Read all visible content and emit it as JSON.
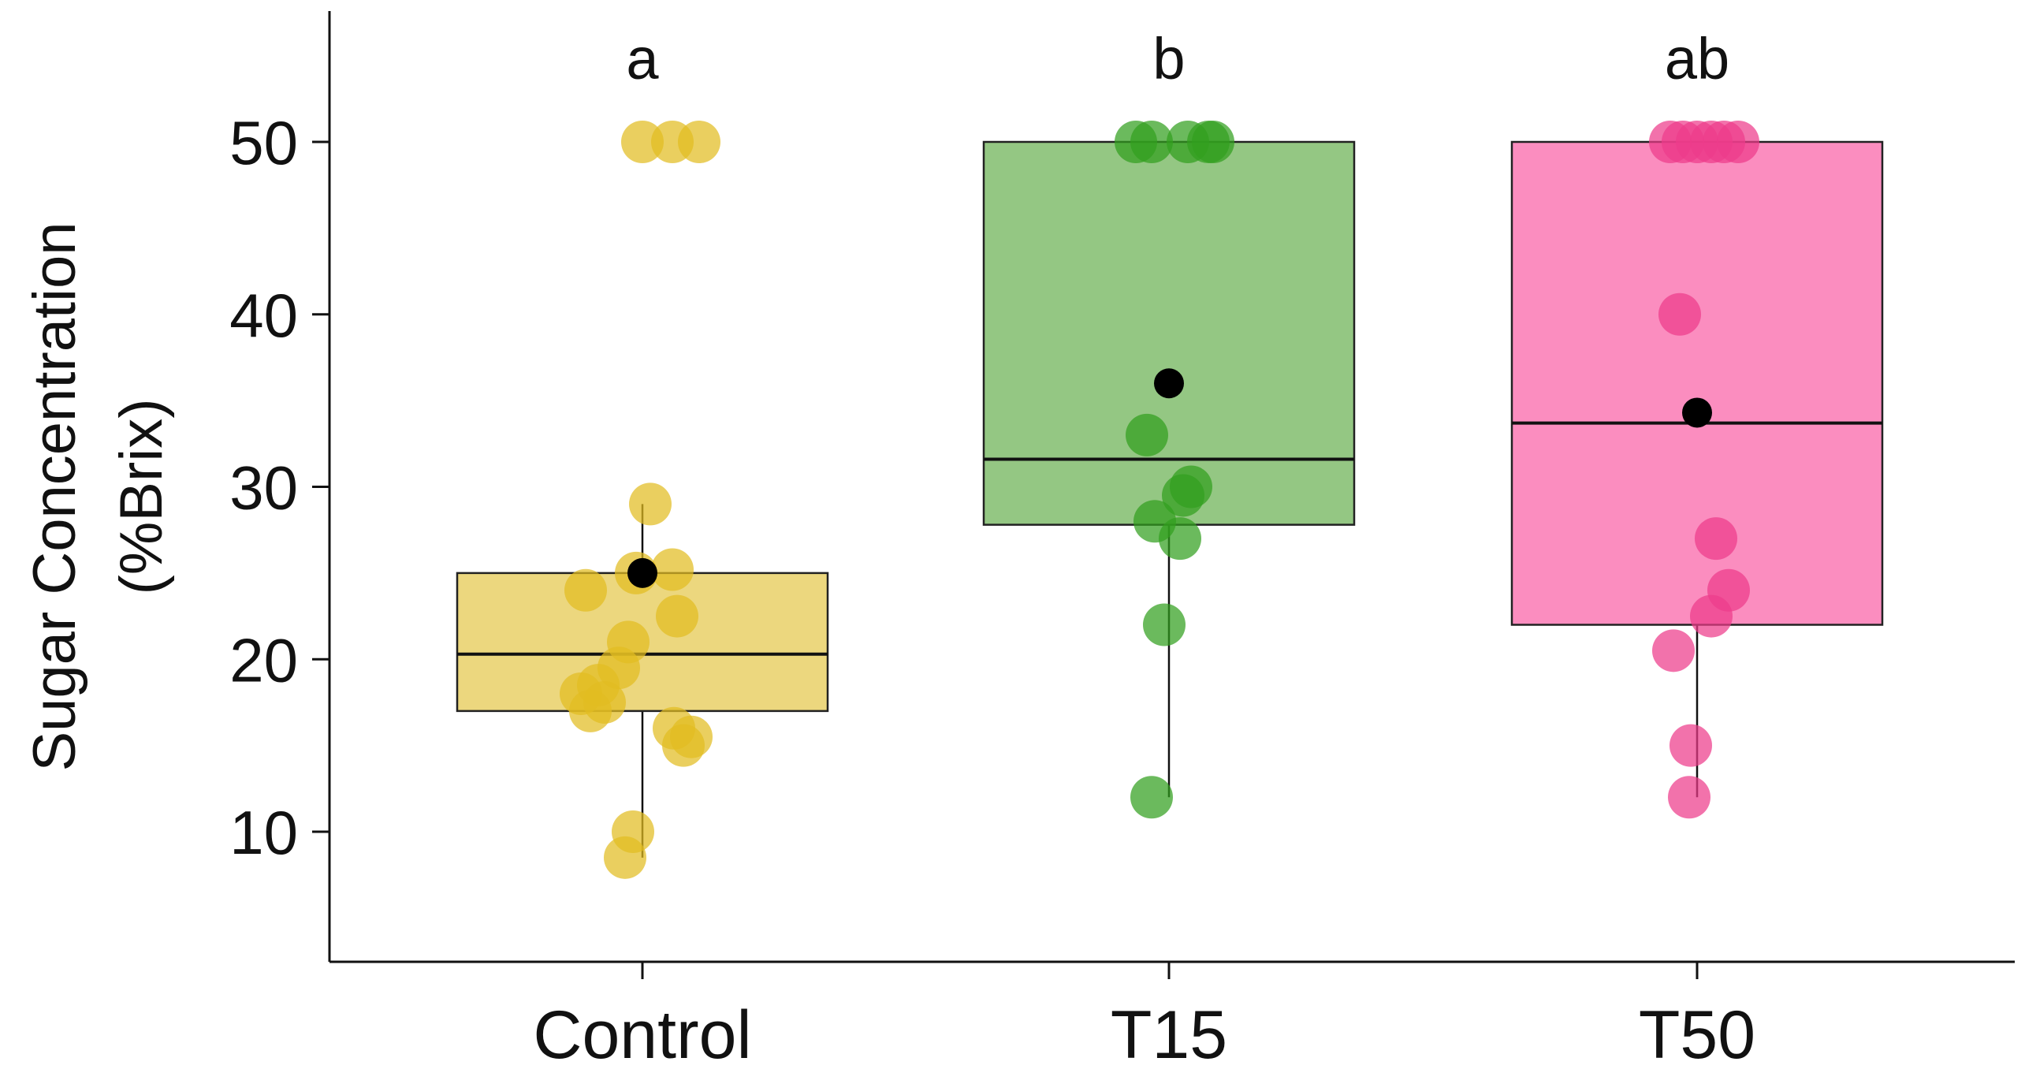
{
  "chart_data": {
    "type": "box",
    "title": "",
    "xlabel": "",
    "ylabel": [
      "Sugar Concentration",
      "(%Brix)"
    ],
    "ylim": [
      4,
      57
    ],
    "yticks": [
      10,
      20,
      30,
      40,
      50
    ],
    "grid": false,
    "legend": "none",
    "categories": [
      "Control",
      "T15",
      "T50"
    ],
    "significance": [
      "a",
      "b",
      "ab"
    ],
    "groups": [
      {
        "name": "Control",
        "fill": "#ecd77e",
        "point_color": "#e2bd21",
        "q1": 17,
        "median": 20.3,
        "q3": 25,
        "whisker_low": 8.5,
        "whisker_high": 29,
        "mean": 25,
        "points": [
          50,
          50,
          50,
          29,
          25.2,
          25,
          24,
          22.5,
          21,
          19.5,
          18.5,
          18,
          17.5,
          17,
          16,
          15.5,
          15,
          10,
          8.5
        ]
      },
      {
        "name": "T15",
        "fill": "#94c783",
        "point_color": "#32a01e",
        "q1": 27.8,
        "median": 31.6,
        "q3": 50,
        "whisker_low": 12,
        "whisker_high": 50,
        "mean": 36,
        "points": [
          50,
          50,
          50,
          50,
          50,
          33,
          30,
          29.5,
          28,
          27,
          22,
          12
        ]
      },
      {
        "name": "T50",
        "fill": "#fb8dbf",
        "point_color": "#ed3c8b",
        "q1": 22,
        "median": 33.7,
        "q3": 50,
        "whisker_low": 12,
        "whisker_high": 50,
        "mean": 34.3,
        "points": [
          50,
          50,
          50,
          50,
          50,
          50,
          40,
          27,
          24,
          22.5,
          20.5,
          15,
          12
        ]
      }
    ]
  }
}
